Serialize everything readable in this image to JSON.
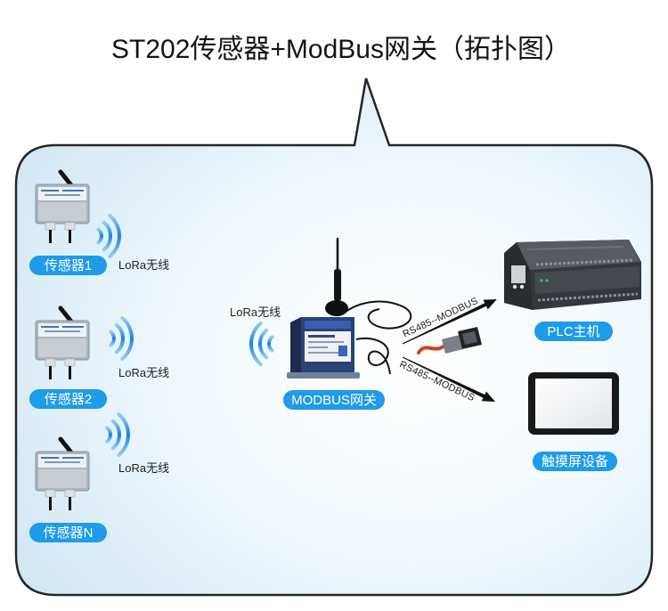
{
  "title": "ST202传感器+ModBus网关（拓扑图）",
  "sensors": [
    {
      "label": "传感器1",
      "link": "LoRa无线"
    },
    {
      "label": "传感器2",
      "link": "LoRa无线"
    },
    {
      "label": "传感器N",
      "link": "LoRa无线"
    }
  ],
  "gateway": {
    "label": "MODBUS网关",
    "link": "LoRa无线"
  },
  "connections": [
    {
      "label": "RS485--MODBUS"
    },
    {
      "label": "RS485--MODBUS"
    }
  ],
  "devices": {
    "plc": {
      "label": "PLC主机"
    },
    "touchscreen": {
      "label": "触摸屏设备"
    }
  },
  "icons": [
    "sensor-icon",
    "wireless-icon",
    "gateway-icon",
    "serial-connector-icon",
    "plc-icon",
    "tablet-icon"
  ],
  "colors": {
    "label_fill": "#1e9be9",
    "label_text": "#ffffff",
    "bubble_border": "#262626",
    "wave": "#1683e0"
  }
}
